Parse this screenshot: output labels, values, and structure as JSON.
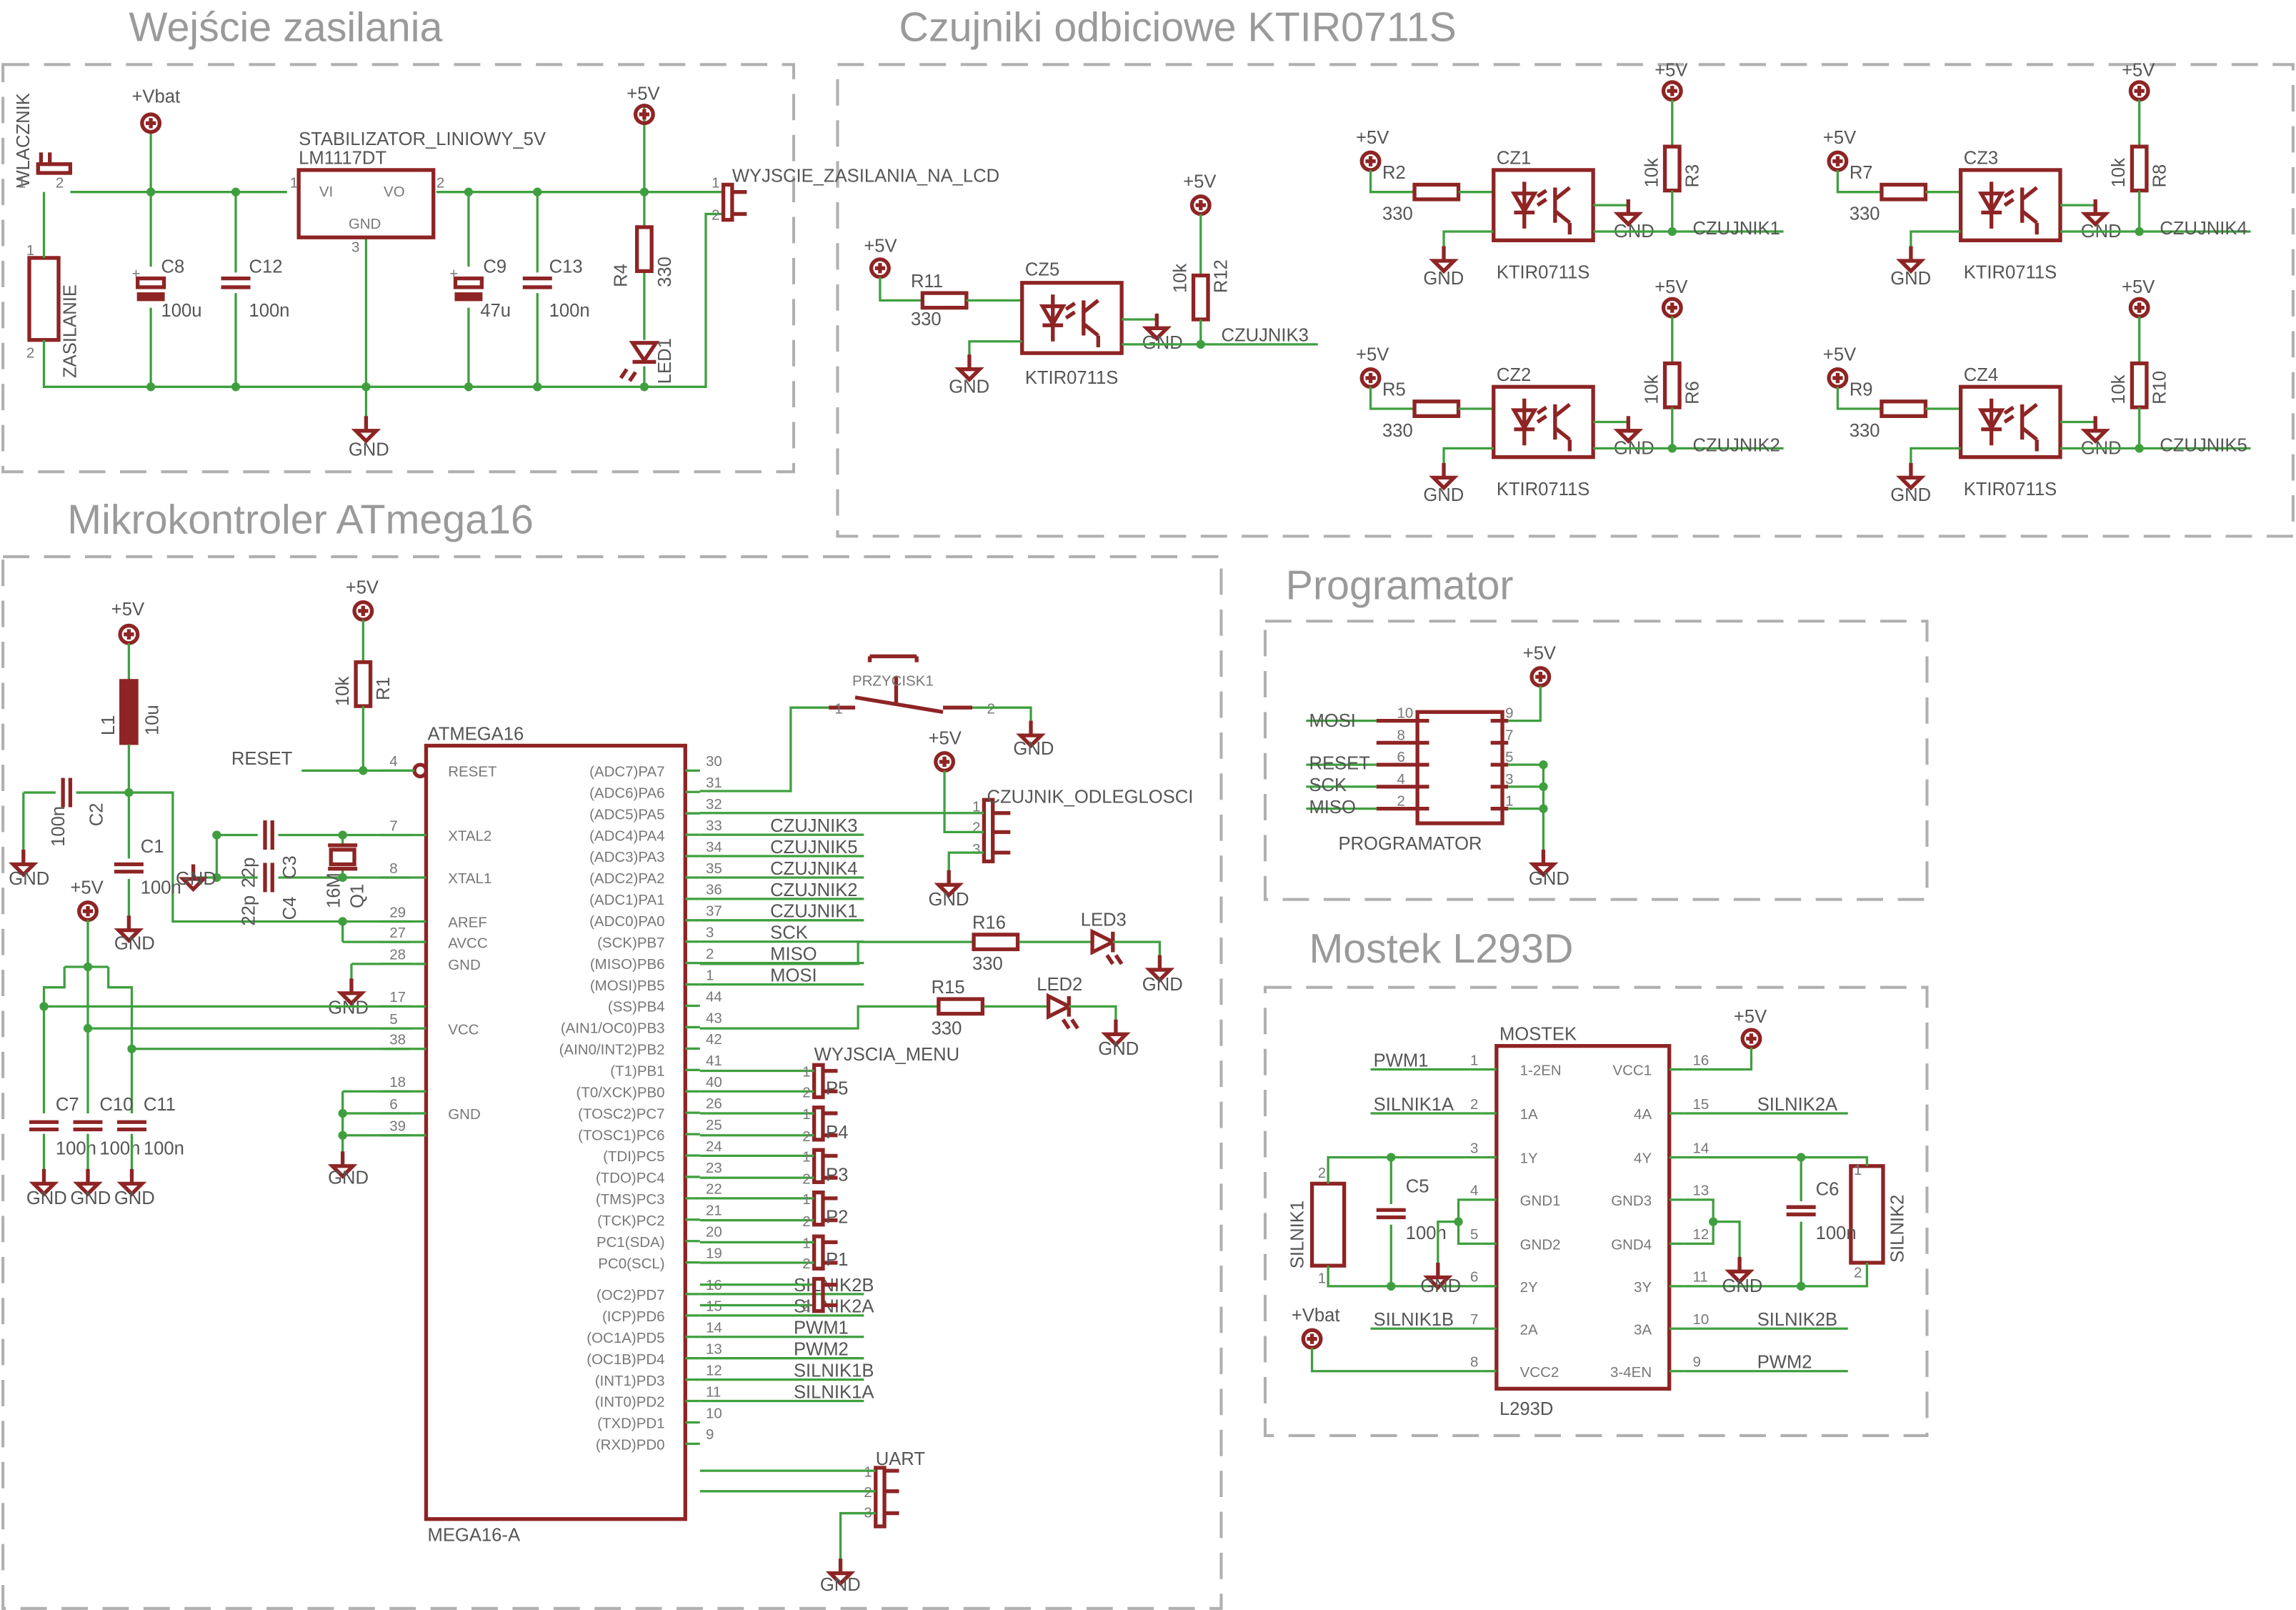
{
  "titles": {
    "power": "Wejście zasilania",
    "sensors": "Czujniki odbiciowe KTIR0711S",
    "mcu": "Mikrokontroler ATmega16",
    "prog": "Programator",
    "bridge": "Mostek L293D"
  },
  "power": {
    "wlacznik": "WLACZNIK",
    "zasilanie": "ZASILANIE",
    "vbat": "+Vbat",
    "stab_name": "STABILIZATOR_LINIOWY_5V",
    "stab_value": "LM1117DT",
    "stab_vi": "VI",
    "stab_vo": "VO",
    "stab_gnd": "GND",
    "c8": "C8",
    "c8v": "100u",
    "c12": "C12",
    "c12v": "100n",
    "c9": "C9",
    "c9v": "47u",
    "c13": "C13",
    "c13v": "100n",
    "r4": "R4",
    "r4v": "330",
    "led1": "LED1",
    "p5v": "+5V",
    "gnd": "GND",
    "out": "WYJSCIE_ZASILANIA_NA_LCD"
  },
  "sensors": {
    "cz5": {
      "name": "CZ5",
      "r": "R11",
      "rv": "330",
      "pr": "R12",
      "prv": "10k",
      "net": "CZUJNIK3",
      "part": "KTIR0711S"
    },
    "cz1": {
      "name": "CZ1",
      "r": "R2",
      "rv": "330",
      "pr": "R3",
      "prv": "10k",
      "net": "CZUJNIK1",
      "part": "KTIR0711S"
    },
    "cz2": {
      "name": "CZ2",
      "r": "R5",
      "rv": "330",
      "pr": "R6",
      "prv": "10k",
      "net": "CZUJNIK2",
      "part": "KTIR0711S"
    },
    "cz3": {
      "name": "CZ3",
      "r": "R7",
      "rv": "330",
      "pr": "R8",
      "prv": "10k",
      "net": "CZUJNIK4",
      "part": "KTIR0711S"
    },
    "cz4": {
      "name": "CZ4",
      "r": "R9",
      "rv": "330",
      "pr": "R10",
      "prv": "10k",
      "net": "CZUJNIK5",
      "part": "KTIR0711S"
    },
    "p5v": "+5V",
    "gnd": "GND"
  },
  "mcu": {
    "name": "ATMEGA16",
    "variant": "MEGA16-A",
    "reset_net": "RESET",
    "l1": "L1",
    "l1v": "10u",
    "c2": "C2",
    "c2v": "100n",
    "c1": "C1",
    "c1v": "100n",
    "c3": "C3",
    "c3v": "22p",
    "c4": "C4",
    "c4v": "22p",
    "q1": "Q1",
    "q1v": "16M",
    "r1": "R1",
    "r1v": "10k",
    "c7": "C7",
    "c10": "C10",
    "c11": "C11",
    "cv": "100n",
    "p5v": "+5V",
    "gnd": "GND",
    "button": "PRZYCISK1",
    "dist": "CZUJNIK_ODLEGLOSCI",
    "r16": "R16",
    "r16v": "330",
    "led3": "LED3",
    "r15": "R15",
    "r15v": "330",
    "led2": "LED2",
    "menu": "WYJSCIA_MENU",
    "p_labels": [
      "P5",
      "P4",
      "P3",
      "P2",
      "P1"
    ],
    "uart": "UART",
    "left_pins": [
      {
        "num": "4",
        "name": "RESET"
      },
      {
        "num": "7",
        "name": "XTAL2"
      },
      {
        "num": "8",
        "name": "XTAL1"
      },
      {
        "num": "29",
        "name": "AREF"
      },
      {
        "num": "27",
        "name": "AVCC"
      },
      {
        "num": "28",
        "name": "GND"
      },
      {
        "num": "17",
        "name": ""
      },
      {
        "num": "5",
        "name": "VCC"
      },
      {
        "num": "38",
        "name": ""
      },
      {
        "num": "18",
        "name": ""
      },
      {
        "num": "6",
        "name": "GND"
      },
      {
        "num": "39",
        "name": ""
      }
    ],
    "right_pins": [
      {
        "num": "30",
        "name": "(ADC7)PA7",
        "net": ""
      },
      {
        "num": "31",
        "name": "(ADC6)PA6",
        "net": ""
      },
      {
        "num": "32",
        "name": "(ADC5)PA5",
        "net": ""
      },
      {
        "num": "33",
        "name": "(ADC4)PA4",
        "net": "CZUJNIK3"
      },
      {
        "num": "34",
        "name": "(ADC3)PA3",
        "net": "CZUJNIK5"
      },
      {
        "num": "35",
        "name": "(ADC2)PA2",
        "net": "CZUJNIK4"
      },
      {
        "num": "36",
        "name": "(ADC1)PA1",
        "net": "CZUJNIK2"
      },
      {
        "num": "37",
        "name": "(ADC0)PA0",
        "net": "CZUJNIK1"
      },
      {
        "num": "3",
        "name": "(SCK)PB7",
        "net": "SCK"
      },
      {
        "num": "2",
        "name": "(MISO)PB6",
        "net": "MISO"
      },
      {
        "num": "1",
        "name": "(MOSI)PB5",
        "net": "MOSI"
      },
      {
        "num": "44",
        "name": "(SS)PB4",
        "net": ""
      },
      {
        "num": "43",
        "name": "(AIN1/OC0)PB3",
        "net": ""
      },
      {
        "num": "42",
        "name": "(AIN0/INT2)PB2",
        "net": ""
      },
      {
        "num": "41",
        "name": "(T1)PB1",
        "net": ""
      },
      {
        "num": "40",
        "name": "(T0/XCK)PB0",
        "net": ""
      },
      {
        "num": "26",
        "name": "(TOSC2)PC7",
        "net": ""
      },
      {
        "num": "25",
        "name": "(TOSC1)PC6",
        "net": ""
      },
      {
        "num": "24",
        "name": "(TDI)PC5",
        "net": ""
      },
      {
        "num": "23",
        "name": "(TDO)PC4",
        "net": ""
      },
      {
        "num": "22",
        "name": "(TMS)PC3",
        "net": ""
      },
      {
        "num": "21",
        "name": "(TCK)PC2",
        "net": ""
      },
      {
        "num": "20",
        "name": "PC1(SDA)",
        "net": ""
      },
      {
        "num": "19",
        "name": "PC0(SCL)",
        "net": ""
      },
      {
        "num": "16",
        "name": "(OC2)PD7",
        "net": "SILNIK2B"
      },
      {
        "num": "15",
        "name": "(ICP)PD6",
        "net": "SILNIK2A"
      },
      {
        "num": "14",
        "name": "(OC1A)PD5",
        "net": "PWM1"
      },
      {
        "num": "13",
        "name": "(OC1B)PD4",
        "net": "PWM2"
      },
      {
        "num": "12",
        "name": "(INT1)PD3",
        "net": "SILNIK1B"
      },
      {
        "num": "11",
        "name": "(INT0)PD2",
        "net": "SILNIK1A"
      },
      {
        "num": "10",
        "name": "(TXD)PD1",
        "net": ""
      },
      {
        "num": "9",
        "name": "(RXD)PD0",
        "net": ""
      }
    ]
  },
  "prog": {
    "name": "PROGRAMATOR",
    "p5v": "+5V",
    "gnd": "GND",
    "mosi": "MOSI",
    "reset": "RESET",
    "sck": "SCK",
    "miso": "MISO",
    "pins_left": [
      "10",
      "8",
      "6",
      "4",
      "2"
    ],
    "pins_right": [
      "9",
      "7",
      "5",
      "3",
      "1"
    ]
  },
  "bridge": {
    "name": "MOSTEK",
    "value": "L293D",
    "p5v": "+5V",
    "vbat": "+Vbat",
    "gnd": "GND",
    "silnik1": "SILNIK1",
    "silnik2": "SILNIK2",
    "c5": "C5",
    "c5v": "100n",
    "c6": "C6",
    "c6v": "100n",
    "left_pins": [
      {
        "num": "1",
        "name": "1-2EN",
        "net": "PWM1"
      },
      {
        "num": "2",
        "name": "1A",
        "net": "SILNIK1A"
      },
      {
        "num": "3",
        "name": "1Y",
        "net": ""
      },
      {
        "num": "4",
        "name": "GND1",
        "net": ""
      },
      {
        "num": "5",
        "name": "GND2",
        "net": ""
      },
      {
        "num": "6",
        "name": "2Y",
        "net": ""
      },
      {
        "num": "7",
        "name": "2A",
        "net": "SILNIK1B"
      },
      {
        "num": "8",
        "name": "VCC2",
        "net": ""
      }
    ],
    "right_pins": [
      {
        "num": "16",
        "name": "VCC1",
        "net": ""
      },
      {
        "num": "15",
        "name": "4A",
        "net": "SILNIK2A"
      },
      {
        "num": "14",
        "name": "4Y",
        "net": ""
      },
      {
        "num": "13",
        "name": "GND3",
        "net": ""
      },
      {
        "num": "12",
        "name": "GND4",
        "net": ""
      },
      {
        "num": "11",
        "name": "3Y",
        "net": ""
      },
      {
        "num": "10",
        "name": "3A",
        "net": "SILNIK2B"
      },
      {
        "num": "9",
        "name": "3-4EN",
        "net": "PWM2"
      }
    ]
  }
}
